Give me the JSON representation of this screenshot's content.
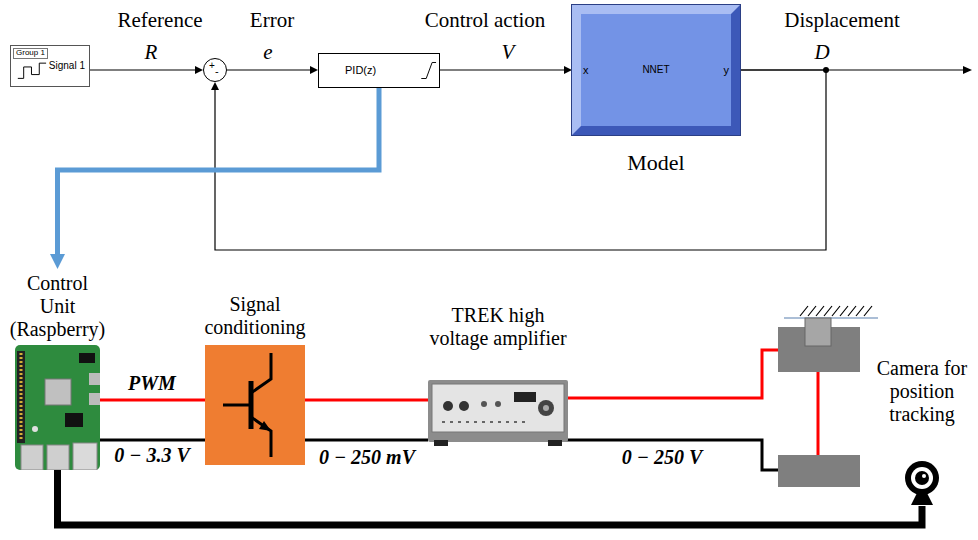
{
  "diagram": {
    "nodes": [
      {
        "text": [
          "Group 1",
          "Signal 1"
        ]
      },
      {
        "text": [
          "+",
          "-"
        ]
      },
      {
        "text": [
          "PID(z)"
        ]
      },
      {
        "text": [
          "x",
          "NNET",
          "y",
          "Model"
        ]
      },
      {
        "text": [
          "Control Unit (Raspberry)"
        ]
      },
      {
        "text": [
          "Signal conditioning"
        ]
      },
      {
        "text": [
          "TREK high voltage amplifier"
        ]
      },
      {
        "text": [
          "Camera for position tracking"
        ]
      }
    ],
    "edges": [
      {
        "from": 0,
        "to": 1,
        "arrow": "to",
        "label": "R"
      },
      {
        "from": 1,
        "to": 2,
        "arrow": "to",
        "label": "e"
      },
      {
        "from": 2,
        "to": 3,
        "arrow": "to",
        "label": "V"
      },
      {
        "from": 3,
        "to": 1,
        "arrow": "to"
      },
      {
        "from": 2,
        "to": 4,
        "arrow": "to"
      },
      {
        "from": 4,
        "to": 5,
        "arrow": "none",
        "label": "PWM"
      },
      {
        "from": 4,
        "to": 5,
        "arrow": "none",
        "label": "0 − 3.3 V"
      },
      {
        "from": 5,
        "to": 6,
        "arrow": "none"
      },
      {
        "from": 5,
        "to": 6,
        "arrow": "none",
        "label": "0 − 250 mV"
      },
      {
        "from": 4,
        "to": 7,
        "arrow": "none"
      }
    ],
    "labels": [
      "Reference",
      "Error",
      "Control action",
      "Displacement",
      "D",
      "0 − 250 V"
    ]
  }
}
